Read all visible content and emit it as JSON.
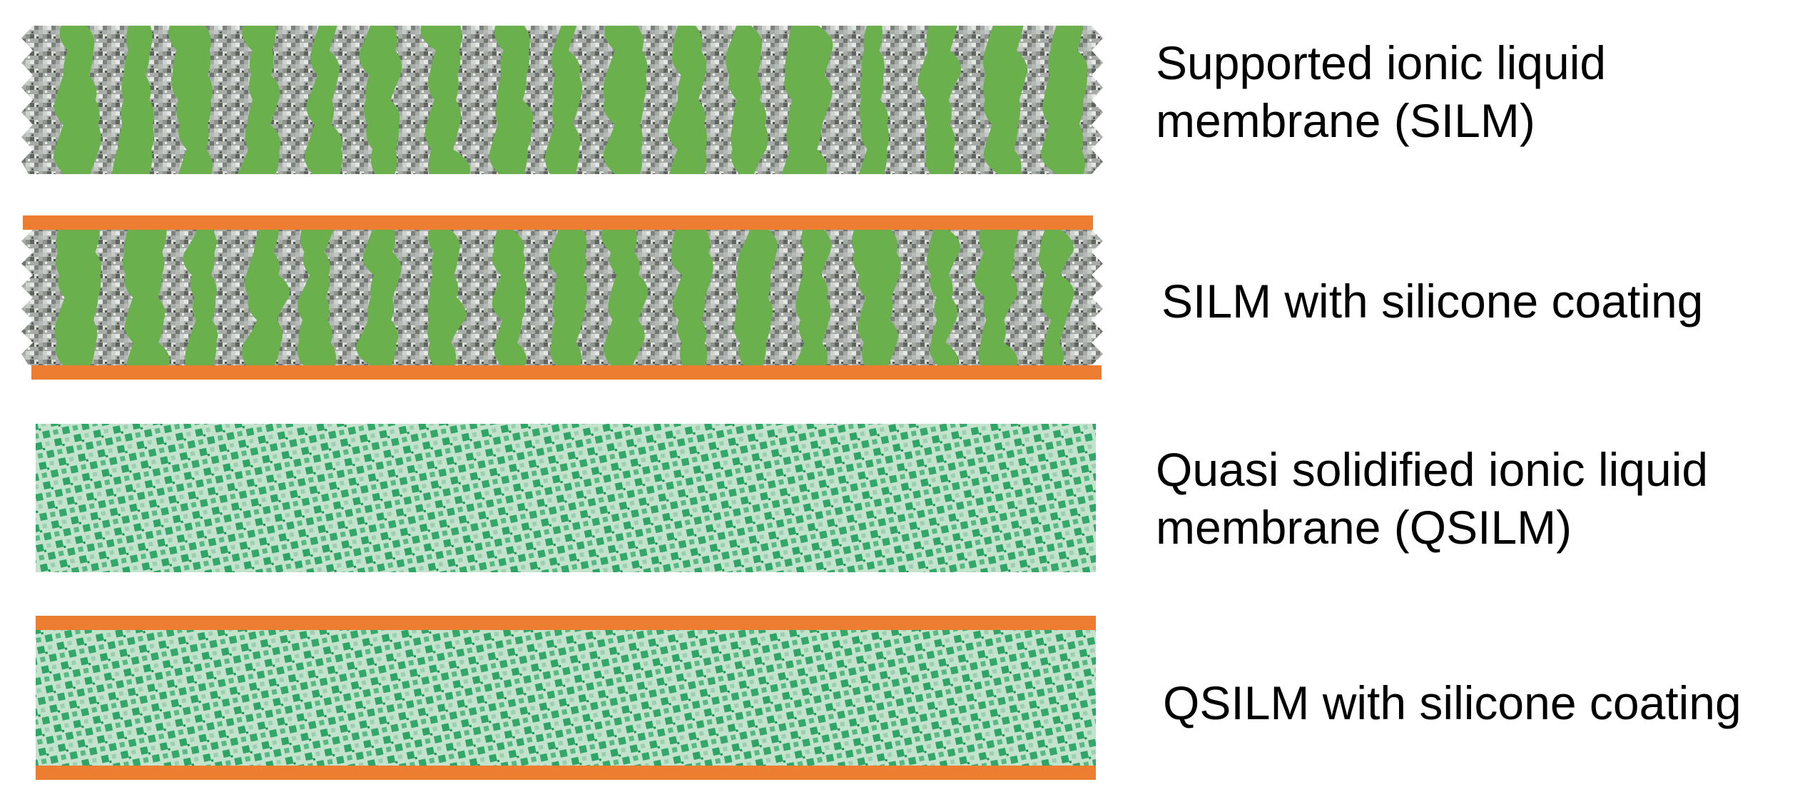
{
  "colors": {
    "ionic_liquid_green": "#6ab04c",
    "support_gray": "#9fa39f",
    "quasi_solid_green": "#2ea566",
    "quasi_solid_light": "#c3e3cc",
    "silicone_coating_orange": "#ed7d31",
    "background": "#ffffff"
  },
  "membranes": [
    {
      "key": "silm",
      "kind": "porous-support-with-ionic-liquid",
      "coated": false,
      "label_lines": [
        "Supported ionic liquid",
        "membrane (SILM)"
      ]
    },
    {
      "key": "silm_coated",
      "kind": "porous-support-with-ionic-liquid",
      "coated": true,
      "label_lines": [
        "SILM with silicone coating"
      ]
    },
    {
      "key": "qsilm",
      "kind": "quasi-solidified-ionic-liquid",
      "coated": false,
      "label_lines": [
        "Quasi solidified ionic liquid",
        "membrane (QSILM)"
      ]
    },
    {
      "key": "qsilm_coated",
      "kind": "quasi-solidified-ionic-liquid",
      "coated": true,
      "label_lines": [
        "QSILM with silicone coating"
      ]
    }
  ]
}
